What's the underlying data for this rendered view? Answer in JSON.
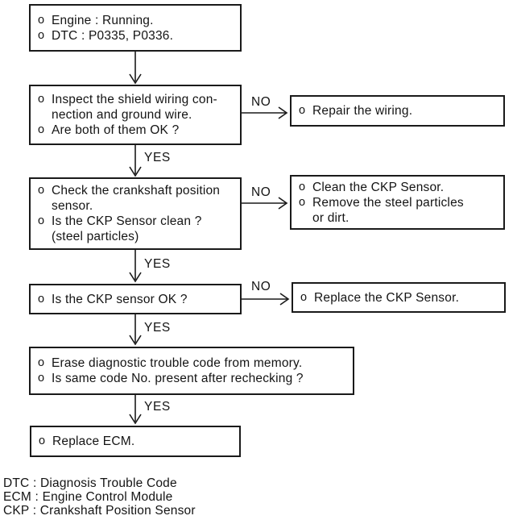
{
  "ui": {
    "bullet": "o",
    "ink_color": "#1a1a1a",
    "paper_color": "#ffffff"
  },
  "flowchart": {
    "boxes": {
      "precondition": {
        "items": [
          {
            "lines": [
              "Engine : Running."
            ]
          },
          {
            "lines": [
              "DTC : P0335, P0336."
            ]
          }
        ]
      },
      "inspect_wiring": {
        "items": [
          {
            "lines": [
              "Inspect the shield wiring con-",
              "nection and ground wire."
            ]
          },
          {
            "lines": [
              "Are both of them OK ?"
            ]
          }
        ]
      },
      "repair_wiring": {
        "items": [
          {
            "lines": [
              "Repair the wiring."
            ]
          }
        ]
      },
      "check_ckp": {
        "items": [
          {
            "lines": [
              "Check the crankshaft position",
              "sensor."
            ]
          },
          {
            "lines": [
              "Is the CKP Sensor clean ?",
              "(steel particles)"
            ]
          }
        ]
      },
      "clean_ckp": {
        "items": [
          {
            "lines": [
              "Clean the CKP Sensor."
            ]
          },
          {
            "lines": [
              "Remove the steel particles",
              "or dirt."
            ]
          }
        ]
      },
      "ckp_ok": {
        "items": [
          {
            "lines": [
              "Is the CKP sensor OK ?"
            ]
          }
        ]
      },
      "replace_ckp": {
        "items": [
          {
            "lines": [
              "Replace the CKP Sensor."
            ]
          }
        ]
      },
      "erase_dtc": {
        "items": [
          {
            "lines": [
              "Erase diagnostic trouble code from memory."
            ]
          },
          {
            "lines": [
              "Is same code No. present after rechecking ?"
            ]
          }
        ]
      },
      "replace_ecm": {
        "items": [
          {
            "lines": [
              "Replace ECM."
            ]
          }
        ]
      }
    },
    "edges": [
      {
        "from": "precondition",
        "to": "inspect_wiring",
        "label": ""
      },
      {
        "from": "inspect_wiring",
        "to": "check_ckp",
        "label": "YES"
      },
      {
        "from": "inspect_wiring",
        "to": "repair_wiring",
        "label": "NO"
      },
      {
        "from": "check_ckp",
        "to": "ckp_ok",
        "label": "YES"
      },
      {
        "from": "check_ckp",
        "to": "clean_ckp",
        "label": "NO"
      },
      {
        "from": "ckp_ok",
        "to": "erase_dtc",
        "label": "YES"
      },
      {
        "from": "ckp_ok",
        "to": "replace_ckp",
        "label": "NO"
      },
      {
        "from": "erase_dtc",
        "to": "replace_ecm",
        "label": "YES"
      }
    ]
  },
  "legend": {
    "lines": [
      "DTC : Diagnosis Trouble Code",
      "ECM : Engine Control Module",
      "CKP : Crankshaft Position Sensor"
    ]
  }
}
